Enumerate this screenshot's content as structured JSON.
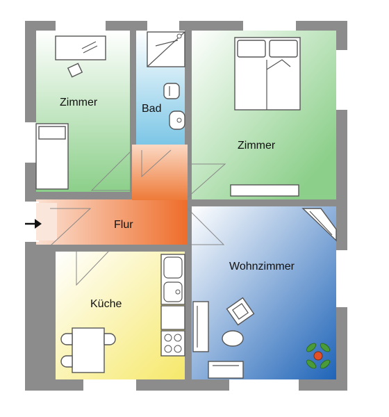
{
  "rooms": {
    "zimmer_small": "Zimmer",
    "bad": "Bad",
    "zimmer_large": "Zimmer",
    "flur": "Flur",
    "kueche": "Küche",
    "wohnzimmer": "Wohnzimmer"
  },
  "colors": {
    "wall": "#8c8c8c",
    "zimmer": "#8ccf8a",
    "bad": "#7cc6e6",
    "flur": "#ee6d2a",
    "kueche": "#f6e86a",
    "wohnzimmer": "#1f64b8",
    "window": "#ffffff"
  },
  "icons": [
    "entrance-arrow-icon",
    "bed-icon",
    "desk-icon",
    "chair-icon",
    "shower-icon",
    "toilet-icon",
    "sink-icon",
    "double-bed-icon",
    "dresser-icon",
    "kitchen-sink-icon",
    "stove-icon",
    "table-icon",
    "sofa-icon",
    "armchair-icon",
    "coffee-table-icon",
    "tv-icon",
    "plant-icon"
  ]
}
